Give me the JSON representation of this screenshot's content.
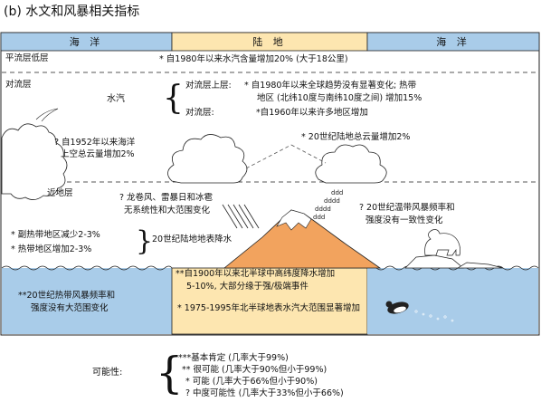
{
  "title": "(b)  水文和风暴相关指标",
  "headers": {
    "ocean_left": "海  洋",
    "land": "陆  地",
    "ocean_right": "海  洋"
  },
  "layers": {
    "plain_low": "平流层低层",
    "troposphere": "对流层",
    "near_surface": "近地层",
    "water_vapor": "水汽"
  },
  "findings": {
    "strat_vapor": "* 自1980年以来水汽含量增加20% (大于18公里)",
    "upper_trop_label": "对流层上层:",
    "upper_trop_text": "* 自1980年以来全球趋势没有显著变化; 热带",
    "upper_trop_text2": "地区 (北纬10度与南纬10度之间) 增加15%",
    "trop_label": "对流层:",
    "trop_text": "*自1960年以来许多地区增加",
    "ocean_cloud_1": "? 自1952年以来海洋",
    "ocean_cloud_2": "上空总云量增加2%",
    "land_cloud": "* 20世纪陆地总云量增加2%",
    "storms_1": "? 龙卷风、雷暴日和冰雹",
    "storms_2": "无系统性和大范围变化",
    "extratrop_1": "? 20世纪温带风暴频率和",
    "extratrop_2": "强度没有一致性变化",
    "subtrop": "* 副热带地区减少2-3%",
    "tropics": "* 热带地区增加2-3%",
    "land_precip": "20世纪陆地地表降水",
    "heavy_precip_1": "**自1900年以来北半球中高纬度降水增加",
    "heavy_precip_2": "5-10%, 大部分缘于强/极端事件",
    "surface_vapor": "* 1975-1995年北半球地表水汽大范围显著增加",
    "tropical_storm_1": "**20世纪热带风暴频率和",
    "tropical_storm_2": "强度没有大范围变化"
  },
  "likelihood": {
    "label": "可能性:",
    "items": [
      "***基本肯定 (几率大于99%)",
      "** 很可能 (几率大于90%但小于99%)",
      "* 可能 (几率大于66%但小于90%)",
      "? 中度可能性 (几率大于33%但小于66%)"
    ]
  },
  "colors": {
    "ocean": "#a9cce9",
    "land": "#fde6b0",
    "header_ocean": "#a9cce9",
    "header_land": "#fde6b0",
    "mountain": "#f2a35e",
    "snow": "#ffffff",
    "border": "#222222"
  },
  "icons": [
    "cloud-icon",
    "mountain-icon",
    "rain-icon",
    "hail-icon",
    "polar-bear-icon",
    "penguin-icon",
    "iceberg-icon",
    "thunder-cloud-icon"
  ]
}
